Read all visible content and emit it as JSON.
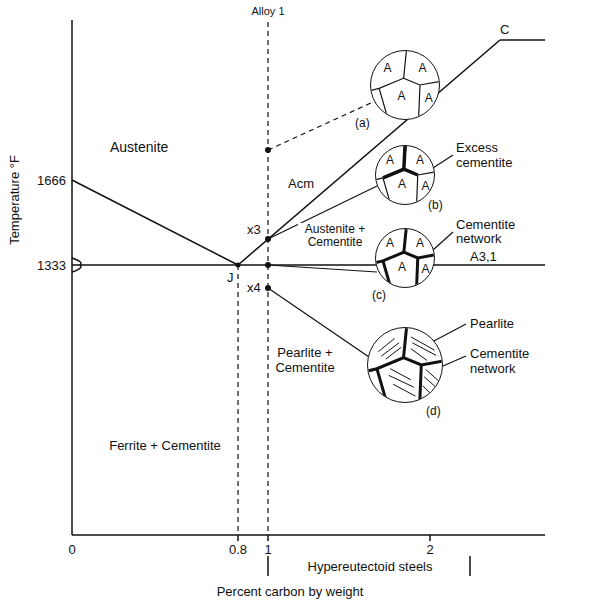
{
  "diagram": {
    "nodes": [
      {
        "text": [
          "A",
          "A",
          "A",
          "A",
          "(a)"
        ]
      },
      {
        "text": [
          "A",
          "A",
          "A",
          "A",
          "(b)"
        ]
      },
      {
        "text": [
          "A",
          "A",
          "A",
          "A",
          "(c)"
        ]
      },
      {
        "text": [
          "(d)"
        ]
      }
    ],
    "labels": [
      "Temperature °F",
      "1666",
      "1333",
      "Alloy 1",
      "C",
      "Austenite",
      "Acm",
      "Austenite + Cementite",
      "J",
      "x3",
      "A3,1",
      "x4",
      "Pearlite + Cementite",
      "Ferrite + Cementite",
      "Excess cementite",
      "Cementite network",
      "Pearlite",
      "Cementite network",
      "0",
      "0.8",
      "1",
      "2",
      "Hypereutectoid steels",
      "Percent carbon by weight"
    ]
  }
}
